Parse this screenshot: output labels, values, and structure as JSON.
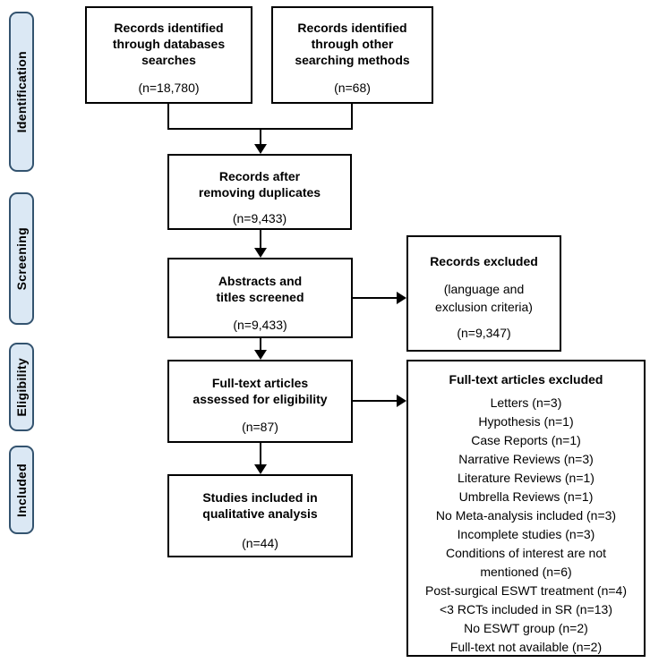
{
  "palette": {
    "stage_fill": "#dbe8f4",
    "stage_border": "#33536f",
    "box_border": "#000000"
  },
  "stages": [
    {
      "label": "Identification"
    },
    {
      "label": "Screening"
    },
    {
      "label": "Eligibility"
    },
    {
      "label": "Included"
    }
  ],
  "boxes": {
    "databases": {
      "title": "Records identified\nthrough databases\nsearches",
      "count": "(n=18,780)"
    },
    "other_methods": {
      "title": "Records identified\nthrough other\nsearching methods",
      "count": "(n=68)"
    },
    "after_duplicates": {
      "title": "Records after\nremoving duplicates",
      "count": "(n=9,433)"
    },
    "screened": {
      "title": "Abstracts and\ntitles screened",
      "count": "(n=9,433)"
    },
    "records_excluded": {
      "title": "Records excluded",
      "subtitle": "(language and\nexclusion criteria)",
      "count": "(n=9,347)"
    },
    "fulltext_assessed": {
      "title": "Full-text articles\nassessed for eligibility",
      "count": "(n=87)"
    },
    "fulltext_excluded": {
      "title": "Full-text articles excluded",
      "items": [
        "Letters (n=3)",
        "Hypothesis (n=1)",
        "Case Reports (n=1)",
        "Narrative Reviews (n=3)",
        "Literature Reviews (n=1)",
        "Umbrella Reviews (n=1)",
        "No Meta-analysis included (n=3)",
        "Incomplete studies (n=3)",
        "Conditions of interest are not mentioned (n=6)",
        "Post-surgical ESWT treatment (n=4)",
        "<3 RCTs included in SR (n=13)",
        "No ESWT group (n=2)",
        "Full-text not available (n=2)"
      ]
    },
    "included_qualitative": {
      "title": "Studies included in\nqualitative analysis",
      "count": "(n=44)"
    }
  }
}
